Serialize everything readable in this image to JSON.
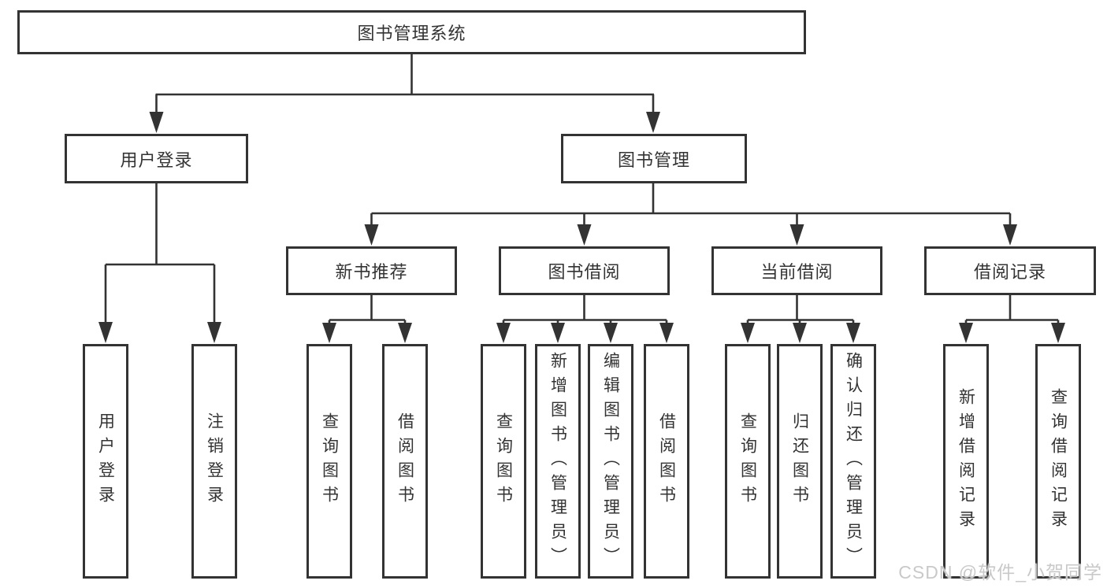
{
  "diagram": {
    "root": "图书管理系统",
    "level2": {
      "user_login": "用户登录",
      "book_mgmt": "图书管理"
    },
    "level3": {
      "new_book_rec": "新书推荐",
      "book_borrow": "图书借阅",
      "current_borrow": "当前借阅",
      "borrow_record": "借阅记录"
    },
    "leaves": {
      "user_login": [
        "用户登录",
        "注销登录"
      ],
      "new_book_rec": [
        "查询图书",
        "借阅图书"
      ],
      "book_borrow": [
        "查询图书",
        "新增图书（管理员）",
        "编辑图书（管理员）",
        "借阅图书"
      ],
      "current_borrow": [
        "查询图书",
        "归还图书",
        "确认归还（管理员）"
      ],
      "borrow_record": [
        "新增借阅记录",
        "查询借阅记录"
      ]
    }
  },
  "watermark": "CSDN @软件_小贺同学",
  "colors": {
    "line": "#333333",
    "text": "#333333",
    "background": "#ffffff",
    "watermark": "#c9c9c9"
  }
}
